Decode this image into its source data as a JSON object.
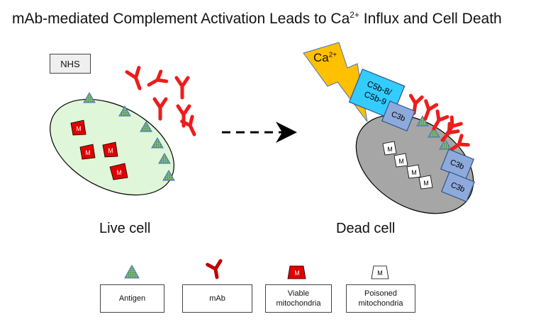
{
  "title": {
    "main": "mAb-mediated Complement Activation Leads to Ca",
    "sup": "2+",
    "rest": " Influx and Cell Death"
  },
  "nhs_label": "NHS",
  "live_cell_label": "Live cell",
  "dead_cell_label": "Dead cell",
  "calcium": {
    "symbol": "Ca",
    "charge": "2+"
  },
  "mac_label": {
    "line1": "C5b-8/",
    "line2": "C5b-9"
  },
  "c3b_label": "C3b",
  "mito_letter": "M",
  "legend": {
    "antigen": "Antigen",
    "mab": "mAb",
    "viable_line1": "Viable",
    "viable_line2": "mitochondria",
    "poisoned_line1": "Poisoned",
    "poisoned_line2": "mitochondria"
  },
  "colors": {
    "live_cell_fill": "#dff6d8",
    "dead_cell_fill": "#a6a6a6",
    "antibody": "#ee1c1c",
    "antigen": "#7db67a",
    "calcium_bolt": "#ffc000",
    "mac_fill": "#33ccff",
    "c3b_fill": "#8eaadb",
    "viable_mito": "#e00000"
  }
}
